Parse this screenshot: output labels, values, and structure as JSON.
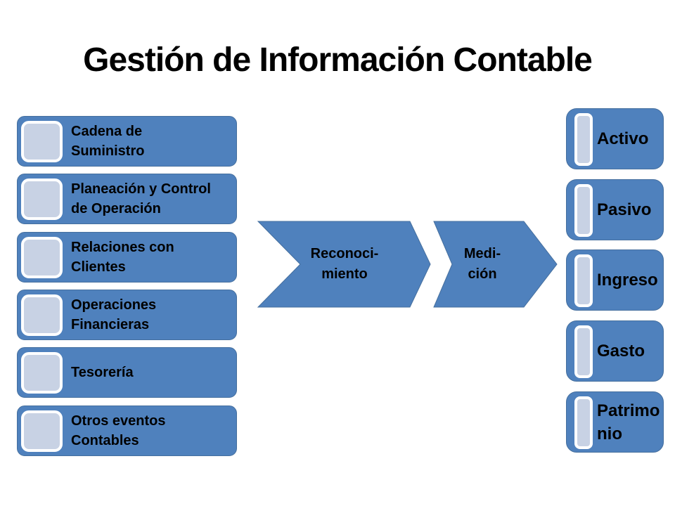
{
  "title": "Gestión de Información Contable",
  "colors": {
    "shape_blue": "#4f81bd",
    "bullet_fill": "#c8d2e4",
    "bullet_border": "#ffffff",
    "background": "#ffffff",
    "text": "#000000"
  },
  "left_list": {
    "items": [
      {
        "label": "Cadena de Suministro",
        "lines": [
          "Cadena de",
          "Suministro"
        ]
      },
      {
        "label": "Planeación y Control de Operación",
        "lines": [
          "Planeación y Control",
          "de Operación"
        ]
      },
      {
        "label": "Relaciones con Clientes",
        "lines": [
          "Relaciones con",
          "Clientes"
        ]
      },
      {
        "label": "Operaciones Financieras",
        "lines": [
          "Operaciones",
          "Financieras"
        ]
      },
      {
        "label": "Tesorería",
        "lines": [
          "Tesorería"
        ]
      },
      {
        "label": "Otros eventos Contables",
        "lines": [
          "Otros eventos",
          "Contables"
        ]
      }
    ]
  },
  "process_arrows": {
    "items": [
      {
        "label": "Reconocimiento",
        "lines": [
          "Reconoci-",
          "miento"
        ]
      },
      {
        "label": "Medición",
        "lines": [
          "Medi-",
          "ción"
        ]
      }
    ]
  },
  "right_list": {
    "items": [
      {
        "label": "Activo",
        "lines": [
          "Activo"
        ]
      },
      {
        "label": "Pasivo",
        "lines": [
          "Pasivo"
        ]
      },
      {
        "label": "Ingreso",
        "lines": [
          "Ingreso"
        ]
      },
      {
        "label": "Gasto",
        "lines": [
          "Gasto"
        ]
      },
      {
        "label": "Patrimonio",
        "lines": [
          "Patrimo",
          "nio"
        ]
      }
    ]
  }
}
